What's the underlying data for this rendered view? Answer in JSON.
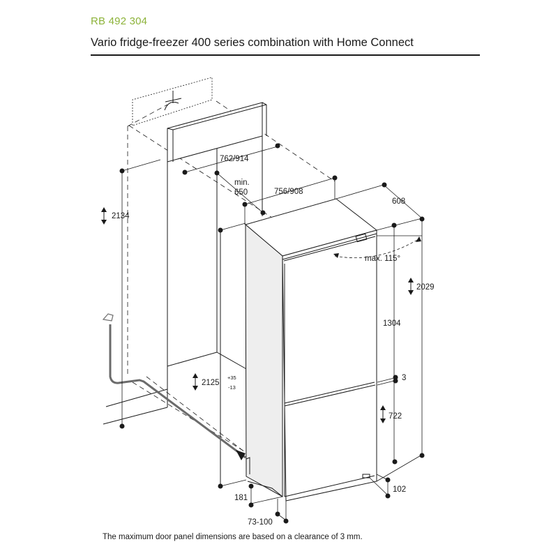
{
  "header": {
    "model_code": "RB 492 304",
    "product_title": "Vario fridge-freezer 400 series combination with Home Connect"
  },
  "colors": {
    "model_code": "#8db33a",
    "lines": "#1a1a1a",
    "side_panel": "#eeeeee",
    "hose": "#6b6b6b"
  },
  "dimensions": {
    "niche_height": "2134",
    "top_width_1": "762/914",
    "min_depth_label": "min.",
    "min_depth_value": "650",
    "top_width_2": "756/908",
    "appliance_depth": "608",
    "door_angle": "max. 115°",
    "appliance_height": "2029",
    "fridge_door_height": "1304",
    "door_gap": "3",
    "niche_height_2": "2125",
    "tolerance_plus": "+35",
    "tolerance_minus": "-13",
    "freezer_door_height": "722",
    "plinth_depth": "102",
    "plinth_height": "181",
    "plinth_range": "73-100"
  },
  "footer": {
    "note": "The maximum door panel dimensions are based on a clearance of 3 mm."
  }
}
